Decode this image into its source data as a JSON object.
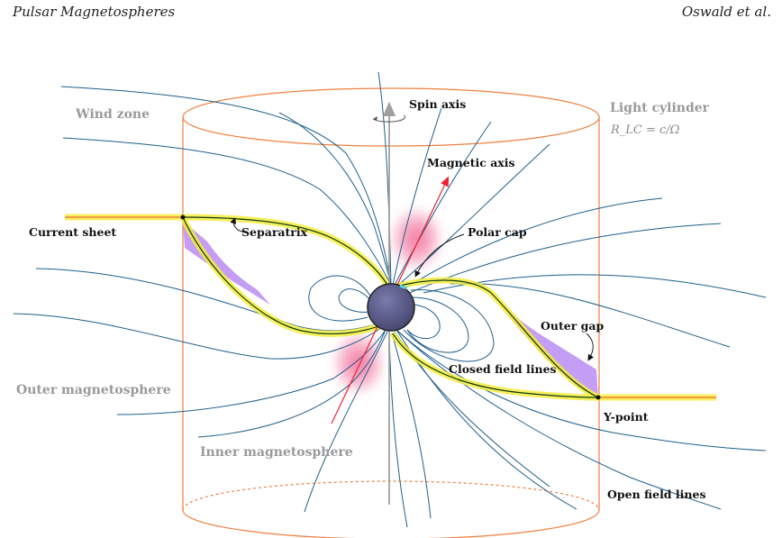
{
  "header": {
    "left": "Pulsar Magnetospheres",
    "right": "Oswald et al."
  },
  "labels": {
    "wind_zone": "Wind zone",
    "spin_axis": "Spin axis",
    "light_cylinder": "Light cylinder",
    "light_cylinder_formula": "R_LC = c/Ω",
    "magnetic_axis": "Magnetic axis",
    "current_sheet": "Current sheet",
    "separatrix": "Separatrix",
    "polar_cap": "Polar cap",
    "outer_gap": "Outer gap",
    "closed_field_lines": "Closed field lines",
    "outer_magnetosphere": "Outer magnetosphere",
    "y_point": "Y-point",
    "inner_magnetosphere": "Inner magnetosphere",
    "open_field_lines": "Open field lines"
  },
  "colors": {
    "cylinder": "#ee8040",
    "field_line": "#1f5f8b",
    "current_sheet_glow": "#f6ec40",
    "separatrix_line": "#0a3a12",
    "star": "#5a5a8a",
    "magnetic_axis": "#ee2233",
    "spin_axis": "#a0a0a0",
    "outer_gap": "#b07cf0",
    "polar_cap": "#f06090",
    "grey_label": "#9a9a9a"
  }
}
